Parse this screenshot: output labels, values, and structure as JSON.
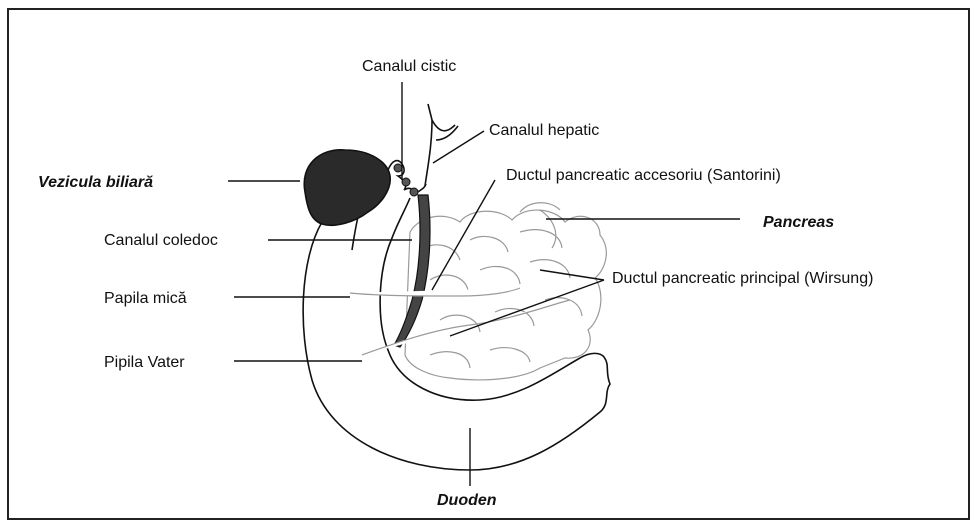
{
  "labels": {
    "canalul_cistic": "Canalul cistic",
    "canalul_hepatic": "Canalul hepatic",
    "vezicula_biliara": "Vezicula biliară",
    "ductul_santorini": "Ductul pancreatic accesoriu (Santorini)",
    "pancreas": "Pancreas",
    "canalul_coledoc": "Canalul coledoc",
    "ductul_wirsung": "Ductul pancreatic principal (Wirsung)",
    "papila_mica": "Papila mică",
    "pipila_vater": "Pipila Vater",
    "duoden": "Duoden"
  }
}
